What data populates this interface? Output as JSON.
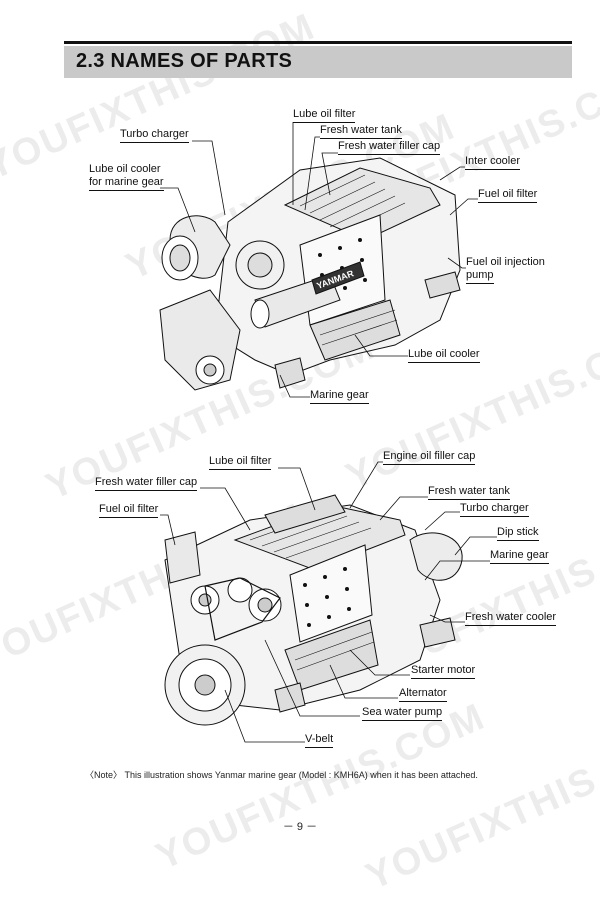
{
  "header": {
    "section_title": "2.3  NAMES OF PARTS"
  },
  "figure_top": {
    "callouts": {
      "lube_oil_filter": "Lube oil filter",
      "fresh_water_tank": "Fresh water tank",
      "turbo_charger": "Turbo charger",
      "fresh_water_filler_cap": "Fresh water filler cap",
      "inter_cooler": "Inter cooler",
      "lube_oil_cooler_marine_gear_line1": "Lube oil cooler",
      "lube_oil_cooler_marine_gear_line2": "for marine gear",
      "fuel_oil_filter": "Fuel oil filter",
      "fuel_oil_injection_pump_line1": "Fuel oil injection",
      "fuel_oil_injection_pump_line2": "pump",
      "lube_oil_cooler": "Lube oil cooler",
      "marine_gear": "Marine gear"
    },
    "engine_brand": "YANMAR"
  },
  "figure_bottom": {
    "callouts": {
      "lube_oil_filter": "Lube oil filter",
      "engine_oil_filler_cap": "Engine oil filler cap",
      "fresh_water_filler_cap": "Fresh water filler cap",
      "fresh_water_tank": "Fresh water tank",
      "fuel_oil_filter": "Fuel oil filter",
      "turbo_charger": "Turbo charger",
      "dip_stick": "Dip stick",
      "marine_gear": "Marine gear",
      "fresh_water_cooler": "Fresh water cooler",
      "starter_motor": "Starter motor",
      "alternator": "Alternator",
      "sea_water_pump": "Sea water pump",
      "v_belt": "V-belt"
    }
  },
  "note": "〈Note〉 This illustration shows Yanmar marine gear (Model : KMH6A) when it has been attached.",
  "page_number": "－ 9 －",
  "watermark_text": "YOUFIXTHIS.COM"
}
